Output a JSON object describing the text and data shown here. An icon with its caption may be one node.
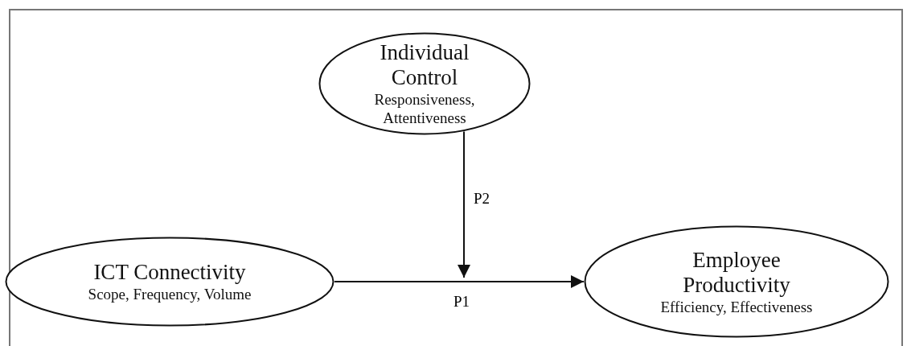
{
  "diagram": {
    "nodes": [
      {
        "text": [
          "Individual Control",
          "Responsiveness, Attentiveness"
        ]
      },
      {
        "text": [
          "ICT Connectivity",
          "Scope, Frequency, Volume"
        ]
      },
      {
        "text": [
          "Employee Productivity",
          "Efficiency, Effectiveness"
        ]
      }
    ],
    "edges": [
      {
        "from": 1,
        "to": 2,
        "arrow": "to",
        "label": "P1"
      },
      {
        "from": 0,
        "to": null,
        "arrow": "to",
        "label": "P2"
      }
    ]
  }
}
